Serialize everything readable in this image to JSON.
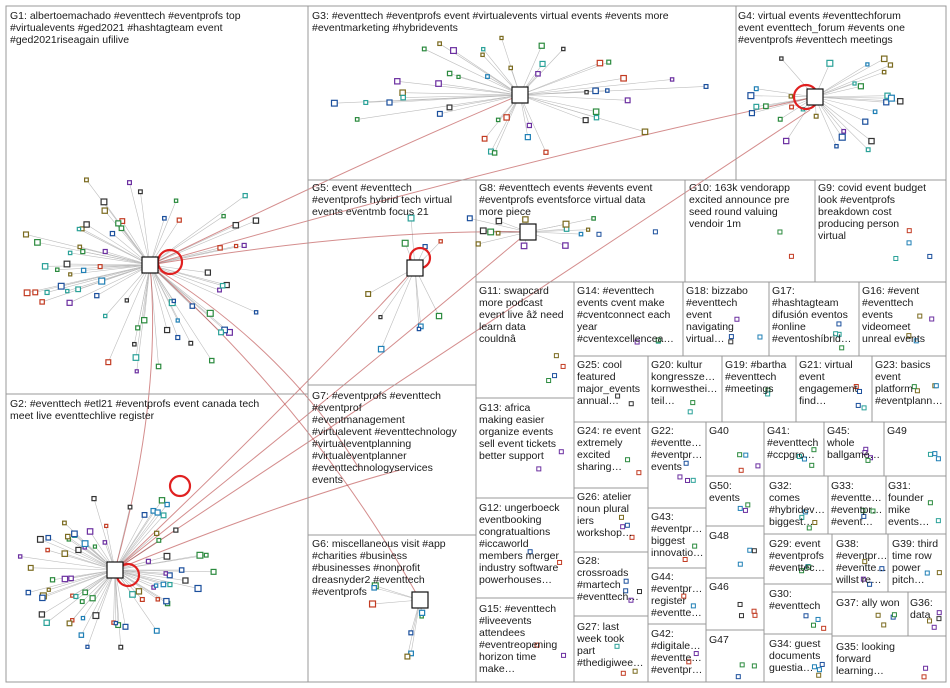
{
  "groups": [
    {
      "id": "g1",
      "text": "G1: albertoemachado #eventtech #eventprofs top\n#virtualevents #ged2021 #hashtagteam event\n#ged2021riseagain ufilive"
    },
    {
      "id": "g2",
      "text": "G2: #eventtech #etl21 #eventprofs event canada tech\nmeet live eventtechlive register"
    },
    {
      "id": "g3",
      "text": "G3: #eventtech #eventprofs event #virtualevents virtual events #events more\n#eventmarketing #hybridevents"
    },
    {
      "id": "g4",
      "text": "G4: virtual events #eventtechforum\nevent eventtech_forum #events one\n#eventprofs #eventtech meetings"
    },
    {
      "id": "g5",
      "text": "G5: event #eventtech\n#eventprofs hybrid tech virtual\nevents eventmb focus 21"
    },
    {
      "id": "g6",
      "text": "G6: miscellaneous visit #app\n#charities #business\n#businesses #nonprofit\ndreasnyder2 #eventtech\n#eventprofs"
    },
    {
      "id": "g7",
      "text": "G7: #eventprofs #eventtech\n#eventprof\n#eventmanagement\n#virtualevent #eventtechnology\n#virtualeventplanning\n#virtualeventplanner\n#eventtechnologyservices\nevents"
    },
    {
      "id": "g8",
      "text": "G8: #eventtech events #events event\n#eventprofs eventsforce virtual data\nmore piece"
    },
    {
      "id": "g9",
      "text": "G9: covid event budget\nlook #eventprofs\nbreakdown cost\nproducing person\nvirtual"
    },
    {
      "id": "g10",
      "text": "G10: 163k vendorapp\nexcited announce pre\nseed round valuing\nvendoir 1m"
    },
    {
      "id": "g11",
      "text": "G11: swapcard\nmore podcast\nevent live âž need\nlearn data\ncouldnâ"
    },
    {
      "id": "g12",
      "text": "G12: ungerboeck\neventbooking\ncongratualtions\n#iccaworld\nmembers merger\nindustry software\npowerhouses…"
    },
    {
      "id": "g13",
      "text": "G13: africa\nmaking easier\norganize events\nsell event tickets\nbetter support"
    },
    {
      "id": "g14",
      "text": "G14: #eventtech\nevents cvent make\n#cventconnect each\nyear\n#cventexcellencea…"
    },
    {
      "id": "g15",
      "text": "G15: #eventtech\n#liveevents\nattendees\n#eventreopening\nhorizon time\nmake…"
    },
    {
      "id": "g16",
      "text": "G16: #event\n#eventtech\nevents\nvideomeet\nunreal events"
    },
    {
      "id": "g17",
      "text": "G17:\n#hashtagteam\ndifusión eventos\n#online\n#eventoshíbrid…"
    },
    {
      "id": "g18",
      "text": "G18: bizzabo\n#eventtech\nevent\nnavigating\nvirtual…"
    },
    {
      "id": "g19",
      "text": "G19: #bartha\n#eventtech\n#meetings"
    },
    {
      "id": "g20",
      "text": "G20: kultur\nkongressze…\nkornwesthei…\nteil…"
    },
    {
      "id": "g21",
      "text": "G21: virtual\nevent\nengagement\nfind…"
    },
    {
      "id": "g22",
      "text": "G22:\n#eventte…\n#eventpr…\nevents"
    },
    {
      "id": "g23",
      "text": "G23: basics\nevent\nplatform\n#eventplann…"
    },
    {
      "id": "g24",
      "text": "G24: re event\nextremely\nexcited\nsharing…"
    },
    {
      "id": "g25",
      "text": "G25: cool\nfeatured\nmajor_events\nannual…"
    },
    {
      "id": "g26",
      "text": "G26: atelier\nnoun plural\niers\nworkshop…"
    },
    {
      "id": "g27",
      "text": "G27: last\nweek took\npart\n#thedigiwee…"
    },
    {
      "id": "g28",
      "text": "G28:\ncrossroads\n#martech\n#eventtech…"
    },
    {
      "id": "g29",
      "text": "G29: event\n#eventprofs\n#eventtec…"
    },
    {
      "id": "g30",
      "text": "G30:\n#eventtech"
    },
    {
      "id": "g31",
      "text": "G31:\nfounder\nmike\nevents…"
    },
    {
      "id": "g32",
      "text": "G32:\ncomes\n#hybridev…\nbiggest…"
    },
    {
      "id": "g33",
      "text": "G33:\n#eventte…\n#eventpr…\n#event…"
    },
    {
      "id": "g34",
      "text": "G34: guest\ndocuments\nguestia…"
    },
    {
      "id": "g35",
      "text": "G35: looking\nforward\nlearning…"
    },
    {
      "id": "g36",
      "text": "G36:\ndata"
    },
    {
      "id": "g37",
      "text": "G37: ally won"
    },
    {
      "id": "g38",
      "text": "G38:\n#eventpr…\n#eventte…\nwillst re…"
    },
    {
      "id": "g39",
      "text": "G39: third\ntime row\npower\npitch…"
    },
    {
      "id": "g40",
      "text": "G40"
    },
    {
      "id": "g41",
      "text": "G41:\n#eventtech\n#ccpgro…"
    },
    {
      "id": "g42",
      "text": "G42:\n#digitale…\n#eventte…\n#eventpr…"
    },
    {
      "id": "g43",
      "text": "G43:\n#eventpr…\nbiggest\ninnovatio…"
    },
    {
      "id": "g44",
      "text": "G44:\n#eventpr…\nregister\n#eventte…"
    },
    {
      "id": "g45",
      "text": "G45:\nwhole\nballgame…"
    },
    {
      "id": "g46",
      "text": "G46"
    },
    {
      "id": "g47",
      "text": "G47"
    },
    {
      "id": "g48",
      "text": "G48"
    },
    {
      "id": "g49",
      "text": "G49"
    },
    {
      "id": "g50",
      "text": "G50:\nevents"
    }
  ],
  "colors": {
    "panel_border": "#999999",
    "edge_gray": "#bdbdbd",
    "edge_red": "#b03030",
    "node_stroke": "#111111",
    "highlight_red": "#e02020"
  }
}
